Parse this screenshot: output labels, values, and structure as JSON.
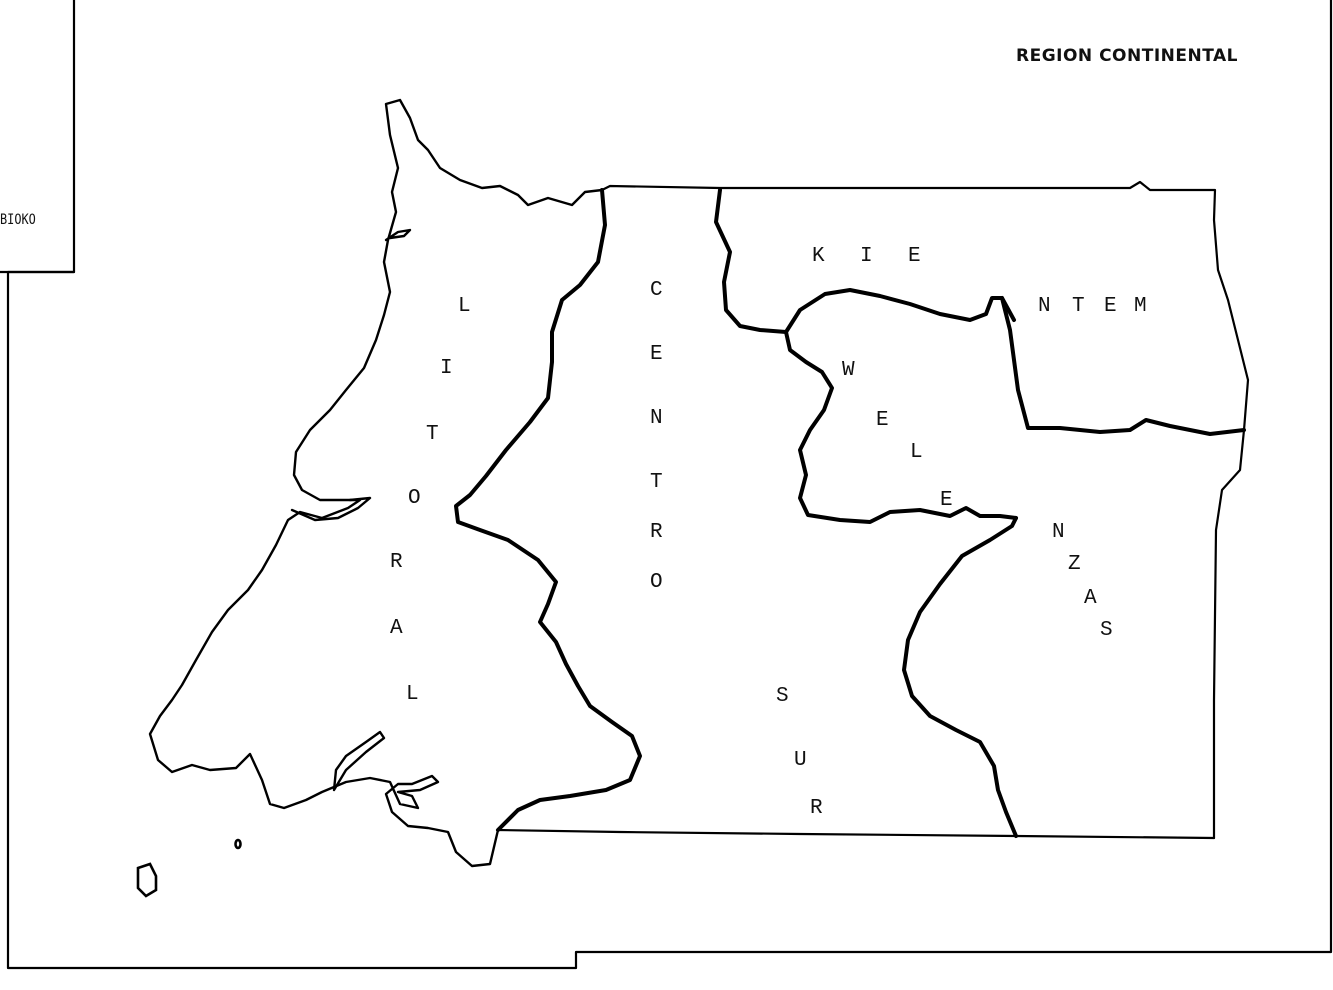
{
  "map": {
    "title": "REGION CONTINENTAL",
    "inset_label": "BIOKO"
  },
  "regions": {
    "litoral": {
      "letters": [
        "L",
        "I",
        "T",
        "O",
        "R",
        "A",
        "L"
      ]
    },
    "centro": {
      "letters": [
        "C",
        "E",
        "N",
        "T",
        "R",
        "O"
      ]
    },
    "sur": {
      "letters": [
        "S",
        "U",
        "R"
      ]
    },
    "kie": {
      "letters": [
        "K",
        "I",
        "E"
      ]
    },
    "ntem": {
      "letters": [
        "N",
        "T",
        "E",
        "M"
      ]
    },
    "wele": {
      "letters": [
        "W",
        "E",
        "L",
        "E"
      ]
    },
    "nzas": {
      "letters": [
        "N",
        "Z",
        "A",
        "S"
      ]
    }
  }
}
